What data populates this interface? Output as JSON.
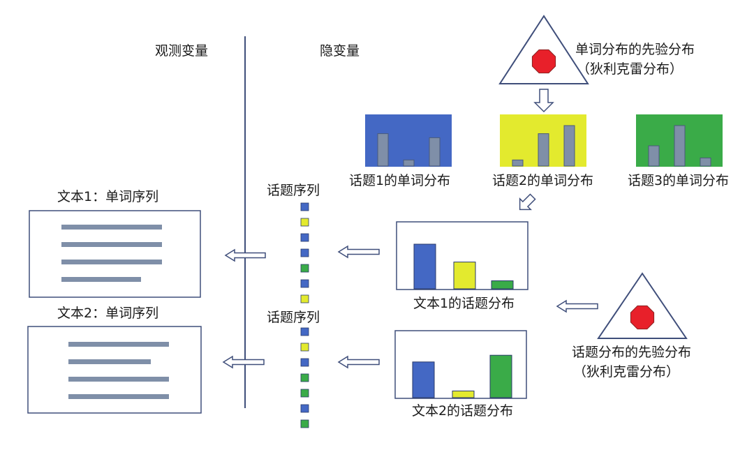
{
  "labels": {
    "observed": "观测变量",
    "hidden": "隐变量",
    "word_prior_line1": "单词分布的先验分布",
    "word_prior_line2": "（狄利克雷分布）",
    "topic_prior_line1": "话题分布的先验分布",
    "topic_prior_line2": "（狄利克雷分布）",
    "topic_seq_1": "话题序列",
    "topic_seq_2": "话题序列",
    "doc1_words": "文本1：单词序列",
    "doc2_words": "文本2：单词序列",
    "doc1_topics": "文本1的话题分布",
    "doc2_topics": "文本2的话题分布"
  },
  "topics": [
    {
      "label": "话题1的单词分布",
      "bg_color": "#4468c4",
      "bar_values": [
        0.8,
        0.15,
        0.7
      ]
    },
    {
      "label": "话题2的单词分布",
      "bg_color": "#e3ea2e",
      "bar_values": [
        0.15,
        0.8,
        1.0
      ]
    },
    {
      "label": "话题3的单词分布",
      "bg_color": "#3aab48",
      "bar_values": [
        0.5,
        1.0,
        0.2
      ]
    }
  ],
  "doc_topic_dists": [
    {
      "values": [
        1.0,
        0.6,
        0.18
      ],
      "colors": [
        "#4468c4",
        "#e3ea2e",
        "#3aab48"
      ]
    },
    {
      "values": [
        0.8,
        0.15,
        0.95
      ],
      "colors": [
        "#4468c4",
        "#e3ea2e",
        "#3aab48"
      ]
    }
  ],
  "topic_sequences": [
    [
      "blue",
      "yellow",
      "blue",
      "blue",
      "green",
      "blue",
      "yellow"
    ],
    [
      "blue",
      "yellow",
      "blue",
      "green",
      "green",
      "blue",
      "green"
    ]
  ],
  "colors": {
    "blue": "#4468c4",
    "yellow": "#e3ea2e",
    "green": "#3aab48",
    "line_gray": "#7f8fa8",
    "bar_gray": "#7f8fa8",
    "red": "#e8202a",
    "outline": "#3f4e7a"
  }
}
